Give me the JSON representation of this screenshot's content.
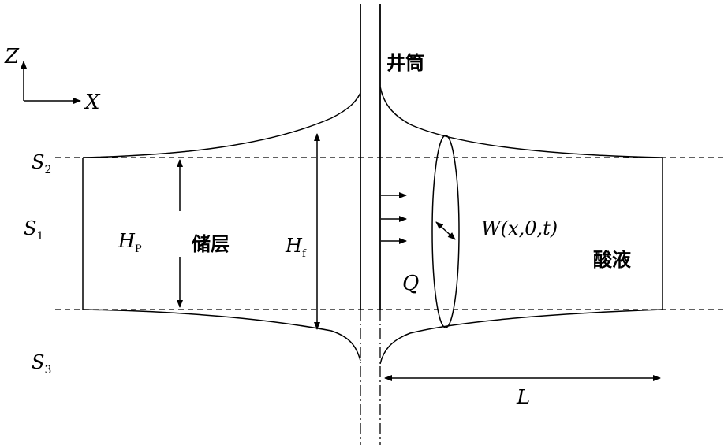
{
  "axes": {
    "z": "Z",
    "x": "X"
  },
  "layers": {
    "s2": {
      "main": "S",
      "sub": "2"
    },
    "s1": {
      "main": "S",
      "sub": "1"
    },
    "s3": {
      "main": "S",
      "sub": "3"
    }
  },
  "labels": {
    "wellbore": "井筒",
    "reservoir": "储层",
    "acid": "酸液",
    "hp": {
      "main": "H",
      "sub": "P"
    },
    "hf": {
      "main": "H",
      "sub": "f"
    },
    "q": "Q",
    "w_func": "W",
    "w_args": "(x,0,t)",
    "l": "L"
  }
}
